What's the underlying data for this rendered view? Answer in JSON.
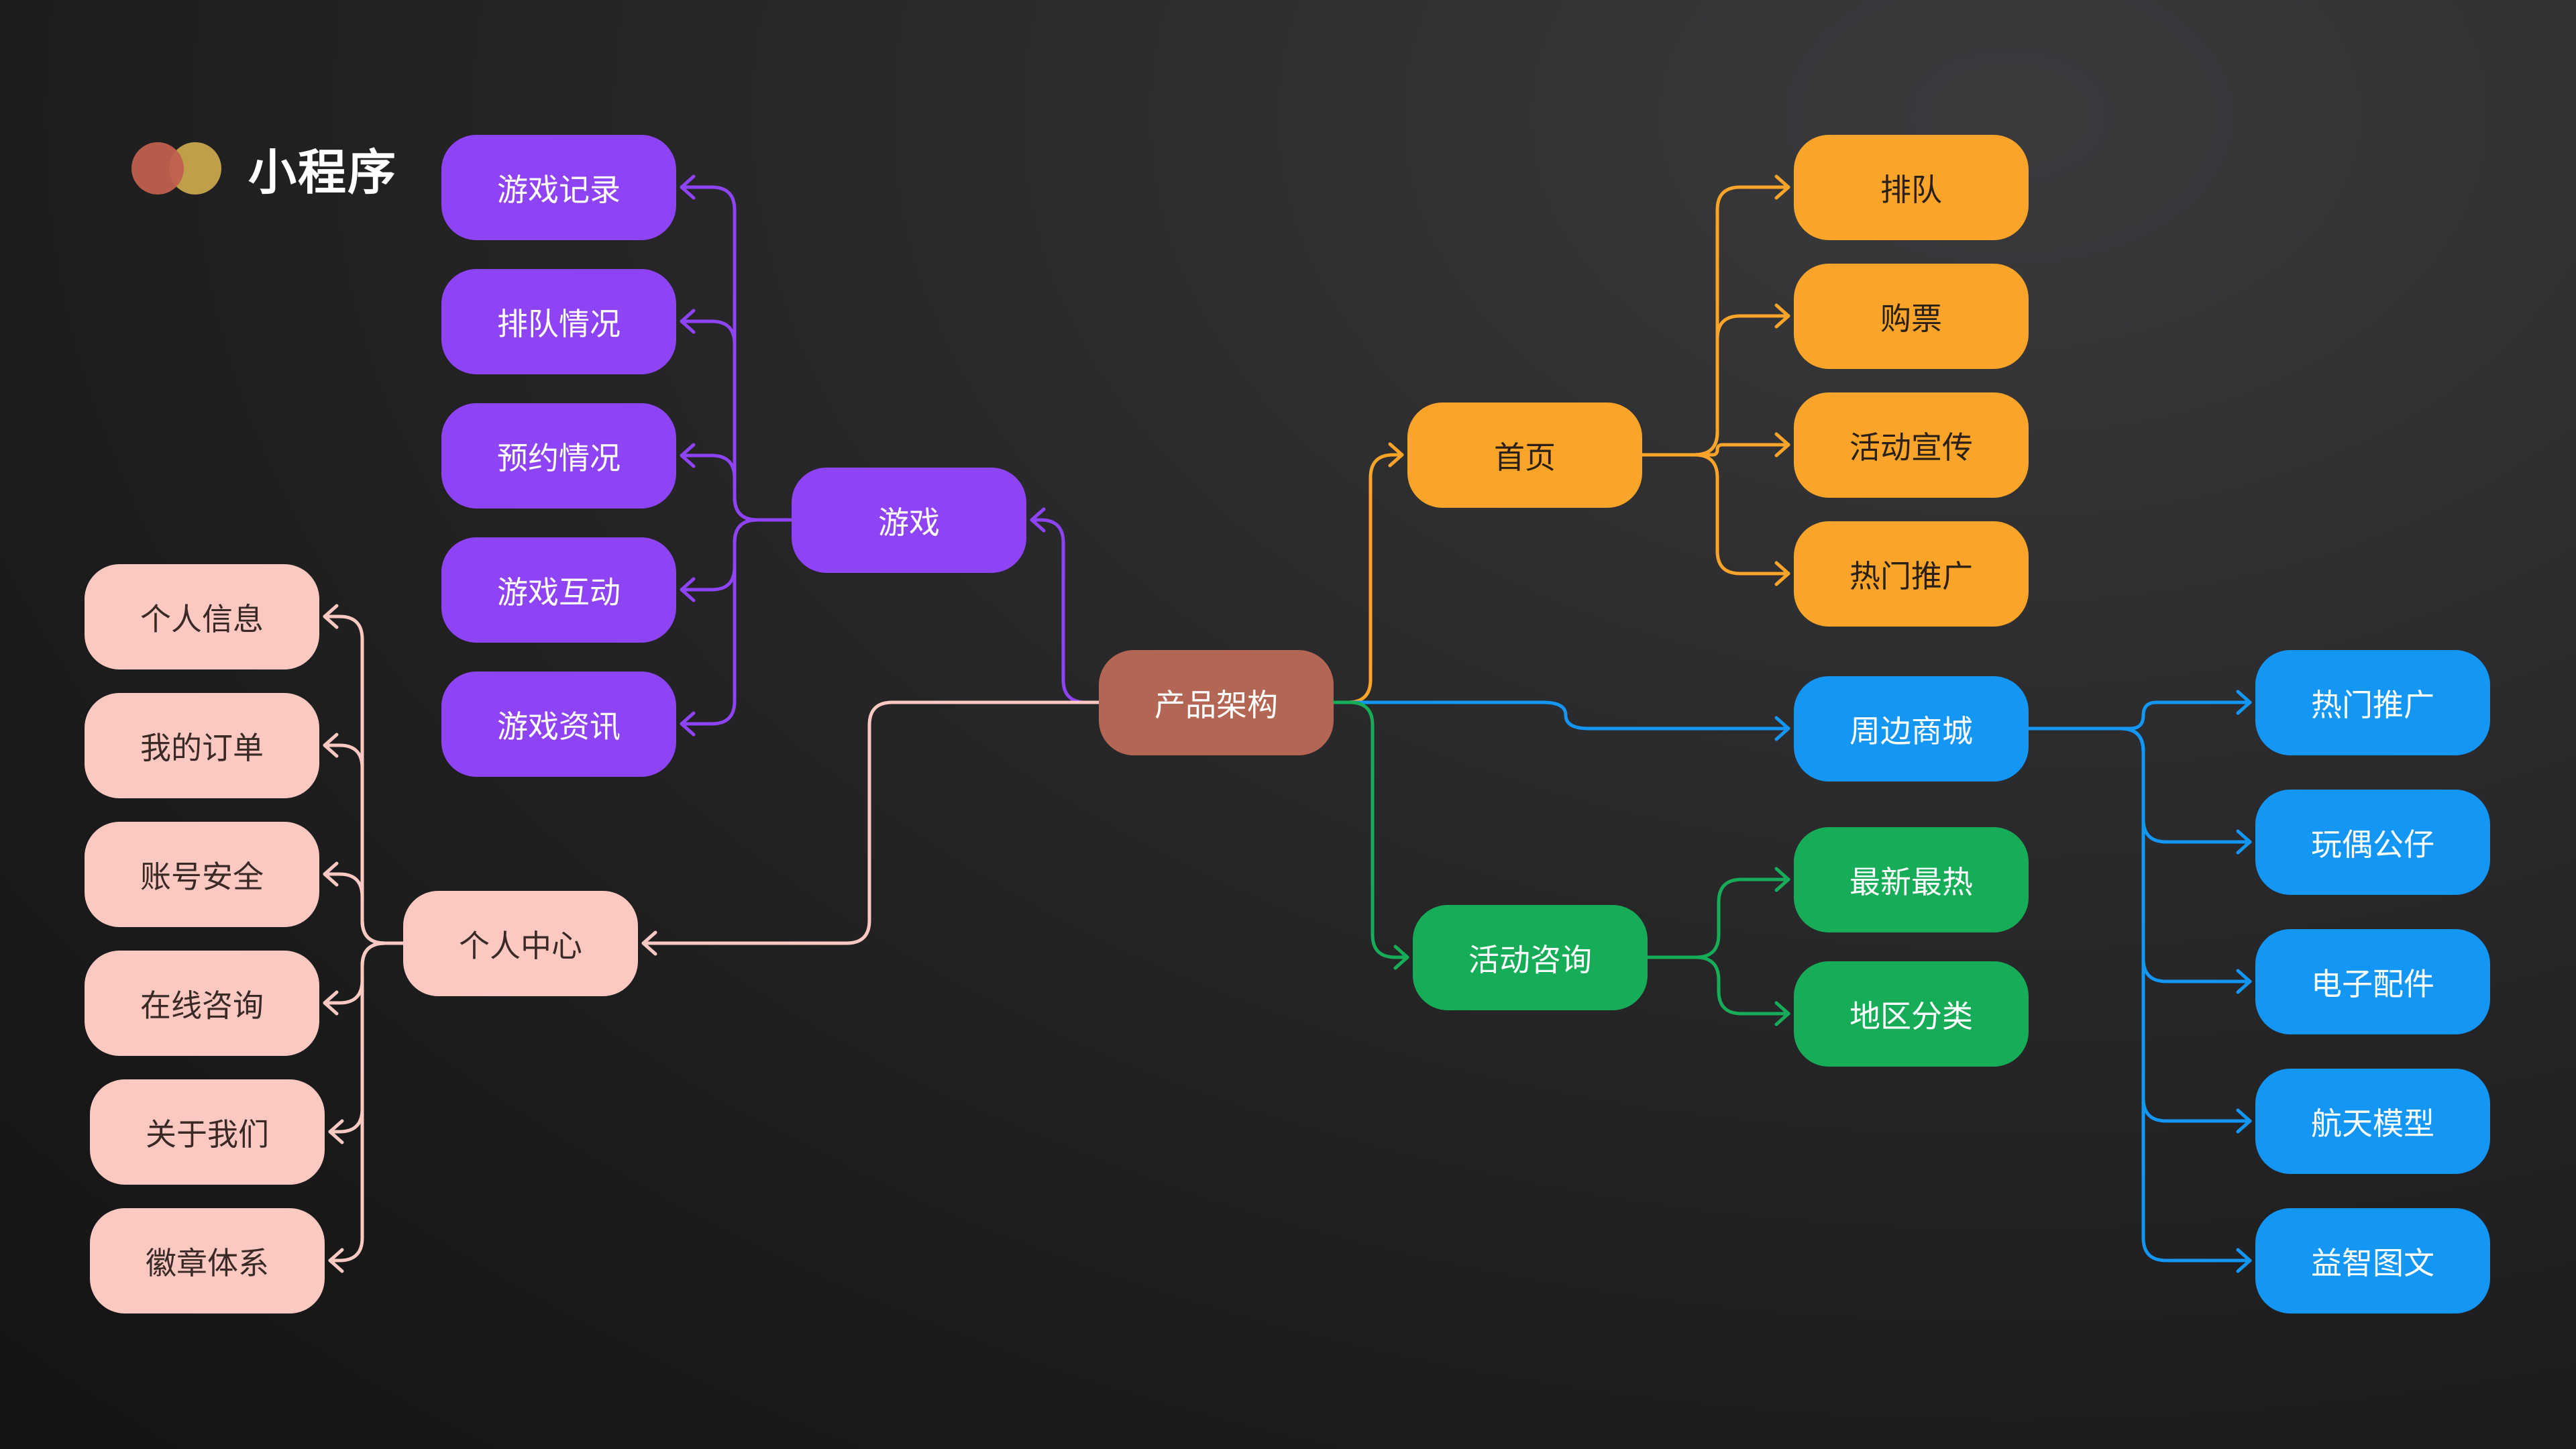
{
  "brand": {
    "title": "小程序",
    "dot_colors": [
      "#c0604e",
      "#c9a64d"
    ]
  },
  "colors": {
    "purple": "#8e44f4",
    "orange": "#faa52a",
    "blue": "#1396f4",
    "green": "#17ad58",
    "pink": "#fbc9c1",
    "root": "#b46655"
  },
  "mindmap": {
    "root": "产品架构",
    "branches": [
      {
        "label": "游戏",
        "color": "purple",
        "children": [
          "游戏记录",
          "排队情况",
          "预约情况",
          "游戏互动",
          "游戏资讯"
        ]
      },
      {
        "label": "个人中心",
        "color": "pink",
        "children": [
          "个人信息",
          "我的订单",
          "账号安全",
          "在线咨询",
          "关于我们",
          "徽章体系"
        ]
      },
      {
        "label": "首页",
        "color": "orange",
        "children": [
          "排队",
          "购票",
          "活动宣传",
          "热门推广"
        ]
      },
      {
        "label": "周边商城",
        "color": "blue",
        "children": [
          "热门推广",
          "玩偶公仔",
          "电子配件",
          "航天模型",
          "益智图文"
        ]
      },
      {
        "label": "活动咨询",
        "color": "green",
        "children": [
          "最新最热",
          "地区分类"
        ]
      }
    ]
  }
}
